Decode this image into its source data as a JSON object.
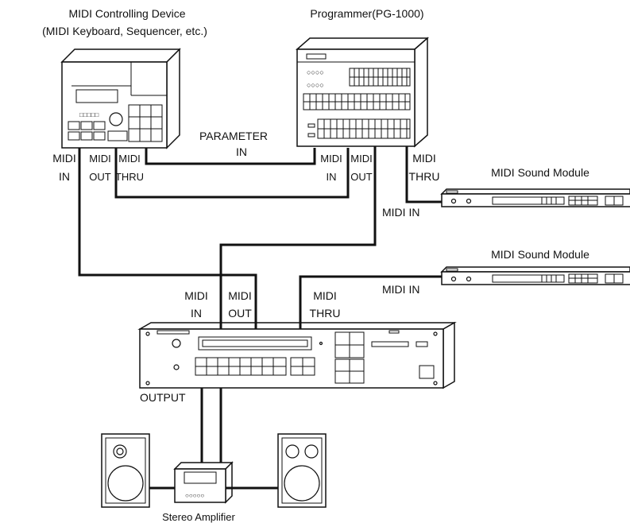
{
  "devices": {
    "controller_line1": "MIDI Controlling Device",
    "controller_line2": "(MIDI Keyboard, Sequencer, etc.)",
    "programmer": "Programmer(PG-1000)",
    "sound_module_1": "MIDI Sound Module",
    "sound_module_2": "MIDI Sound Module",
    "amplifier": "Stereo Amplifier"
  },
  "ports": {
    "parameter_in_1": "PARAMETER",
    "parameter_in_2": "IN",
    "controller_midi_in_1": "MIDI",
    "controller_midi_in_2": "IN",
    "controller_midi_out_1": "MIDI",
    "controller_midi_out_2": "OUT",
    "controller_midi_thru_1": "MIDI",
    "controller_midi_thru_2": "THRU",
    "programmer_midi_in_1": "MIDI",
    "programmer_midi_in_2": "IN",
    "programmer_midi_out_1": "MIDI",
    "programmer_midi_out_2": "OUT",
    "programmer_midi_thru_1": "MIDI",
    "programmer_midi_thru_2": "THRU",
    "module1_midi_in": "MIDI IN",
    "module2_midi_in": "MIDI IN",
    "main_midi_in_1": "MIDI",
    "main_midi_in_2": "IN",
    "main_midi_out_1": "MIDI",
    "main_midi_out_2": "OUT",
    "main_midi_thru_1": "MIDI",
    "main_midi_thru_2": "THRU",
    "output": "OUTPUT"
  }
}
